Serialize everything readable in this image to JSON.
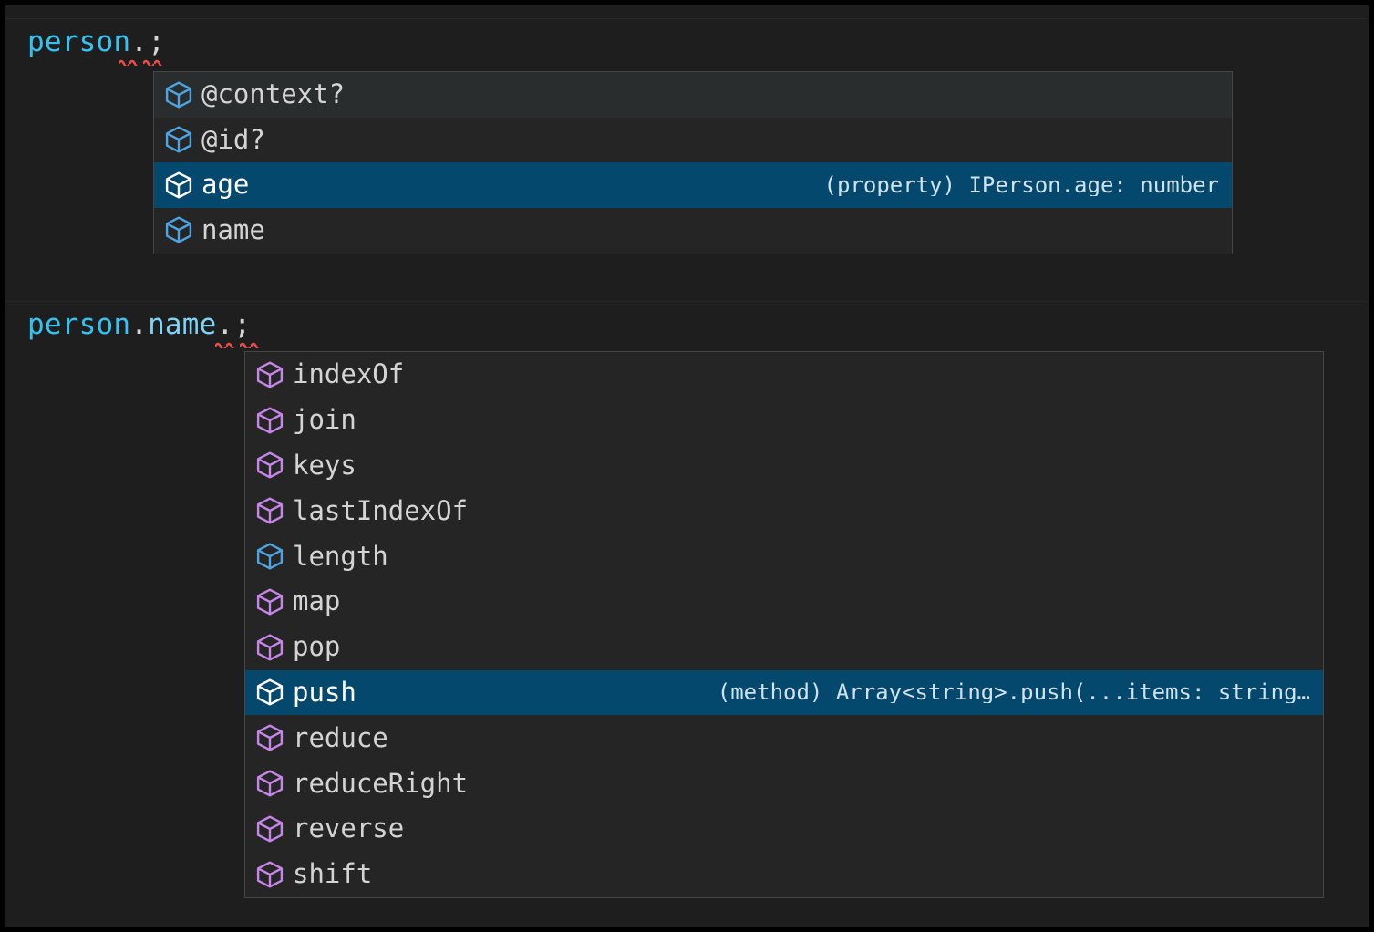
{
  "editor": {
    "theme_background": "#1e1e1e",
    "selection_color": "#04486e",
    "border_color": "#454545",
    "error_squiggle_color": "#f14c4c",
    "line1": {
      "identifier": "person",
      "dot": ".",
      "semicolon": ";"
    },
    "line2": {
      "identifier": "person",
      "dot1": ".",
      "property": "name",
      "dot2": ".",
      "semicolon": ";"
    }
  },
  "suggest_widgets": [
    {
      "id": "person-members",
      "items": [
        {
          "label": "@context?",
          "icon": "property-cube-icon",
          "icon_color": "#4ea3e0",
          "detail": "",
          "state": "hover"
        },
        {
          "label": "@id?",
          "icon": "property-cube-icon",
          "icon_color": "#4ea3e0",
          "detail": "",
          "state": "normal"
        },
        {
          "label": "age",
          "icon": "property-cube-icon",
          "icon_color": "#ffffff",
          "detail": "(property) IPerson.age: number",
          "state": "selected"
        },
        {
          "label": "name",
          "icon": "property-cube-icon",
          "icon_color": "#4ea3e0",
          "detail": "",
          "state": "normal"
        }
      ]
    },
    {
      "id": "person-name-members",
      "items": [
        {
          "label": "indexOf",
          "icon": "method-cube-icon",
          "icon_color": "#c586e8",
          "detail": "",
          "state": "normal"
        },
        {
          "label": "join",
          "icon": "method-cube-icon",
          "icon_color": "#c586e8",
          "detail": "",
          "state": "normal"
        },
        {
          "label": "keys",
          "icon": "method-cube-icon",
          "icon_color": "#c586e8",
          "detail": "",
          "state": "normal"
        },
        {
          "label": "lastIndexOf",
          "icon": "method-cube-icon",
          "icon_color": "#c586e8",
          "detail": "",
          "state": "normal"
        },
        {
          "label": "length",
          "icon": "property-cube-icon",
          "icon_color": "#4ea3e0",
          "detail": "",
          "state": "normal"
        },
        {
          "label": "map",
          "icon": "method-cube-icon",
          "icon_color": "#c586e8",
          "detail": "",
          "state": "normal"
        },
        {
          "label": "pop",
          "icon": "method-cube-icon",
          "icon_color": "#c586e8",
          "detail": "",
          "state": "normal"
        },
        {
          "label": "push",
          "icon": "method-cube-icon",
          "icon_color": "#ffffff",
          "detail": "(method) Array<string>.push(...items: string…",
          "state": "selected"
        },
        {
          "label": "reduce",
          "icon": "method-cube-icon",
          "icon_color": "#c586e8",
          "detail": "",
          "state": "normal"
        },
        {
          "label": "reduceRight",
          "icon": "method-cube-icon",
          "icon_color": "#c586e8",
          "detail": "",
          "state": "normal"
        },
        {
          "label": "reverse",
          "icon": "method-cube-icon",
          "icon_color": "#c586e8",
          "detail": "",
          "state": "normal"
        },
        {
          "label": "shift",
          "icon": "method-cube-icon",
          "icon_color": "#c586e8",
          "detail": "",
          "state": "normal"
        }
      ]
    }
  ]
}
